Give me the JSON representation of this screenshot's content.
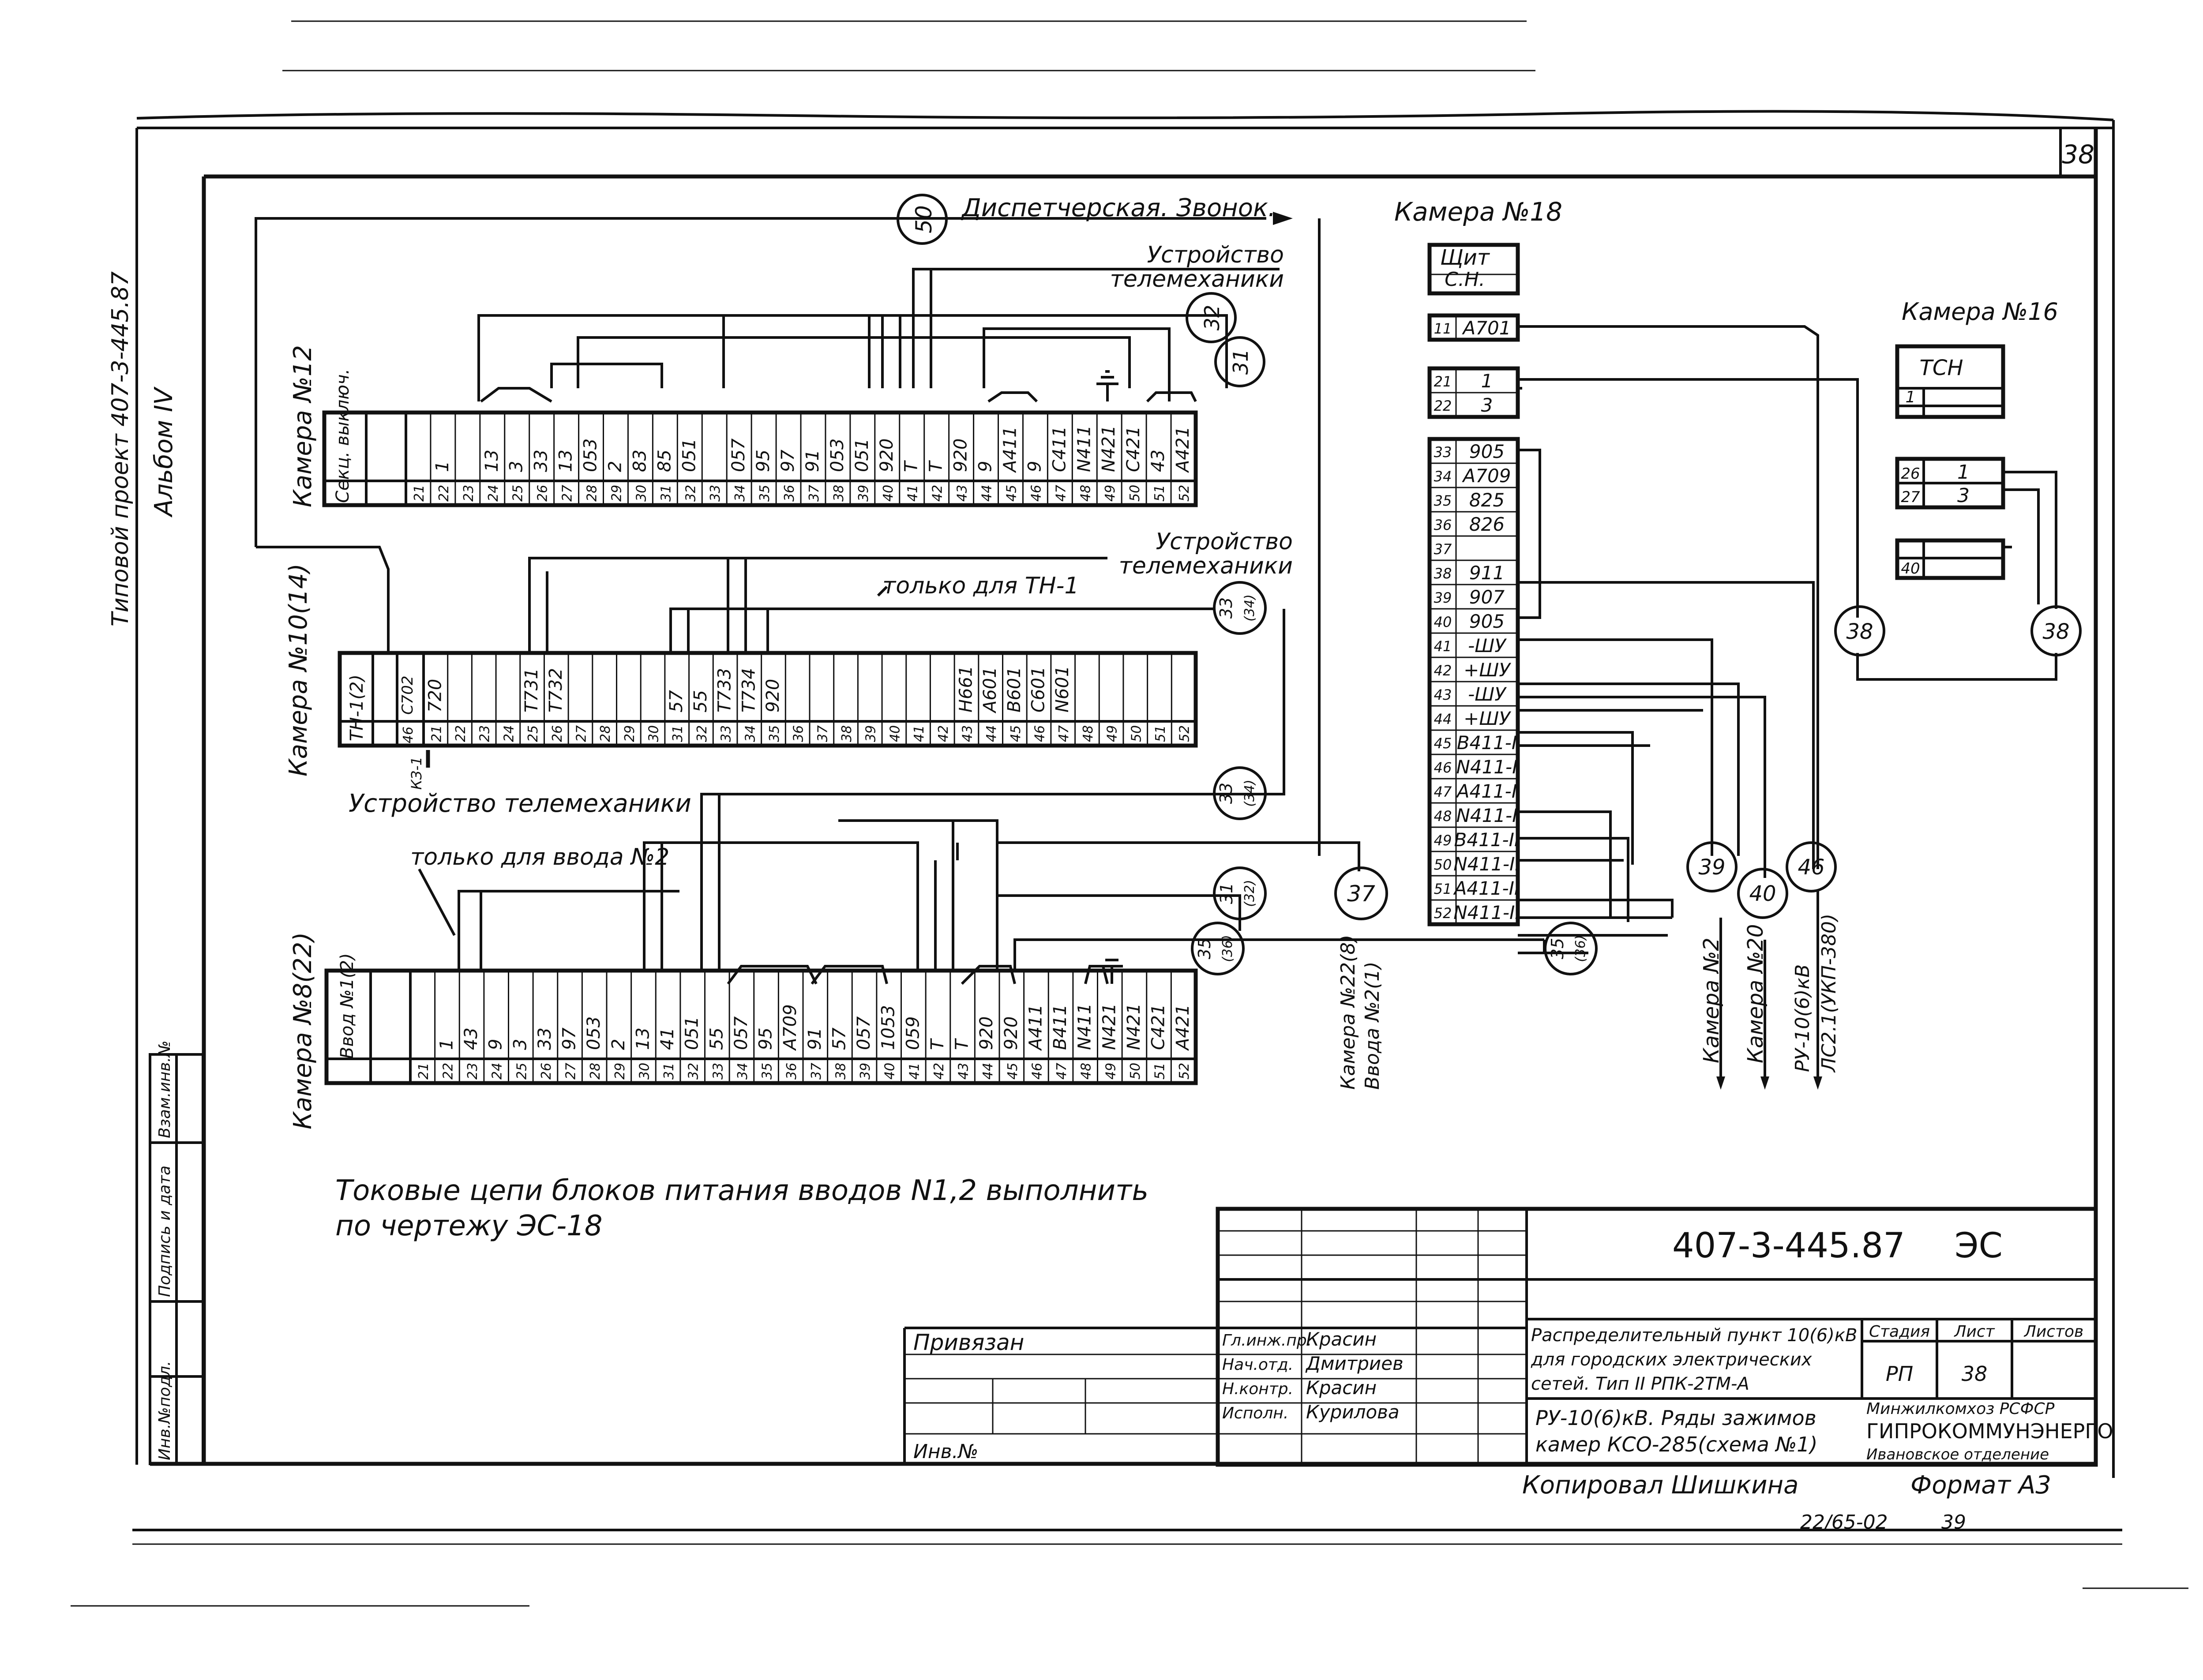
{
  "sheet": {
    "sheet_number": "38",
    "album_note": "Типовой проект 407-3-445.87",
    "album": "Альбом IV",
    "note_line1": "Токовые цепи блоков питания вводов N1,2 выполнить",
    "note_line2": "по чертежу ЭС-18",
    "copied_by": "Копировал Шишкина",
    "format": "Формат А3",
    "bottom_code": "22/65-02",
    "bottom_num": "39",
    "side_stamp": [
      "Инв.№подл.",
      "Подпись и дата",
      "Взам.инв.№"
    ]
  },
  "top_labels": {
    "dispatch_circle": "50",
    "dispatch": "Диспетчерская. Звонок.",
    "telemech1a": "Устройство",
    "telemech1b": "телемеханики",
    "circle_32": "32",
    "circle_31": "31",
    "telemech2a": "Устройство",
    "telemech2b": "телемеханики",
    "only_tn1": "только для ТН-1",
    "circle_33a": "33",
    "circle_33a_sub": "(34)",
    "circle_33b": "33",
    "circle_33b_sub": "(34)",
    "telemech3": "Устройство телемеханики",
    "only_input2": "только для ввода №2",
    "circle_31b": "31",
    "circle_31b_sub": "(32)",
    "circle_35a": "35",
    "circle_35a_sub": "(36)",
    "circle_37": "37",
    "cam22_label": "Камера №22(8)",
    "input_label": "Ввода №2(1)",
    "circle_35b": "35",
    "circle_35b_sub": "(36)"
  },
  "block12": {
    "camera": "Камера №12",
    "header": "Секц. выключ.",
    "labels": [
      "1",
      "",
      "13",
      "3",
      "33",
      "13",
      "053",
      "2",
      "83",
      "85",
      "051",
      "",
      "057",
      "95",
      "97",
      "91",
      "053",
      "051",
      "920",
      "Т",
      "Т",
      "920",
      "9",
      "А411",
      "9",
      "С411",
      "N411",
      "N421",
      "С421",
      "43",
      "А421"
    ],
    "numbers": [
      "21",
      "22",
      "23",
      "24",
      "25",
      "26",
      "27",
      "28",
      "29",
      "30",
      "31",
      "32",
      "33",
      "34",
      "35",
      "36",
      "37",
      "38",
      "39",
      "40",
      "41",
      "42",
      "43",
      "44",
      "45",
      "46",
      "47",
      "48",
      "49",
      "50",
      "51",
      "52"
    ]
  },
  "block10": {
    "camera": "Камера №10(14)",
    "header": "ТН-1(2)",
    "c702": "С702",
    "n46": "46",
    "kz": "КЗ-1",
    "labels": [
      "720",
      "",
      "",
      "",
      "Т731",
      "Т732",
      "",
      "",
      "",
      "",
      "57",
      "55",
      "Т733",
      "Т734",
      "920",
      "",
      "",
      "",
      "",
      "",
      "",
      "",
      "Н661",
      "А601",
      "В601",
      "С601",
      "N601",
      "",
      "",
      ""
    ],
    "numbers": [
      "21",
      "22",
      "23",
      "24",
      "25",
      "26",
      "27",
      "28",
      "29",
      "30",
      "31",
      "32",
      "33",
      "34",
      "35",
      "36",
      "37",
      "38",
      "39",
      "40",
      "41",
      "42",
      "43",
      "44",
      "45",
      "46",
      "47",
      "48",
      "49",
      "50",
      "51",
      "52"
    ]
  },
  "block8": {
    "camera": "Камера №8(22)",
    "header": "Ввод №1(2)",
    "labels": [
      "1",
      "43",
      "9",
      "3",
      "33",
      "97",
      "053",
      "2",
      "13",
      "41",
      "051",
      "55",
      "057",
      "95",
      "А709",
      "91",
      "57",
      "057",
      "1053",
      "059",
      "Т",
      "Т",
      "920",
      "920",
      "А411",
      "В411",
      "N411",
      "N421",
      "N421",
      "С421",
      "А421"
    ],
    "numbers": [
      "21",
      "22",
      "23",
      "24",
      "25",
      "26",
      "27",
      "28",
      "29",
      "30",
      "31",
      "32",
      "33",
      "34",
      "35",
      "36",
      "37",
      "38",
      "39",
      "40",
      "41",
      "42",
      "43",
      "44",
      "45",
      "46",
      "47",
      "48",
      "49",
      "50",
      "51",
      "52"
    ]
  },
  "cam18": {
    "title": "Камера №18",
    "header1": "Щит",
    "header2": "С.Н.",
    "rows": [
      {
        "n": "11",
        "v": "А701"
      },
      {
        "n": "21",
        "v": "1"
      },
      {
        "n": "22",
        "v": "3"
      },
      {
        "n": "33",
        "v": "905"
      },
      {
        "n": "34",
        "v": "А709"
      },
      {
        "n": "35",
        "v": "825"
      },
      {
        "n": "36",
        "v": "826"
      },
      {
        "n": "37",
        "v": ""
      },
      {
        "n": "38",
        "v": "911"
      },
      {
        "n": "39",
        "v": "907"
      },
      {
        "n": "40",
        "v": "905"
      },
      {
        "n": "41",
        "v": "-ШУ"
      },
      {
        "n": "42",
        "v": "+ШУ"
      },
      {
        "n": "43",
        "v": "-ШУ"
      },
      {
        "n": "44",
        "v": "+ШУ"
      },
      {
        "n": "45",
        "v": "В411-I"
      },
      {
        "n": "46",
        "v": "N411-I"
      },
      {
        "n": "47",
        "v": "А411-I"
      },
      {
        "n": "48",
        "v": "N411-I"
      },
      {
        "n": "49",
        "v": "В411-II"
      },
      {
        "n": "50",
        "v": "N411-II"
      },
      {
        "n": "51",
        "v": "А411-II"
      },
      {
        "n": "52",
        "v": "N411-II"
      }
    ],
    "circle_39": "39",
    "circle_40": "40",
    "circle_46": "46",
    "dest_cam2": "Камера №2",
    "dest_cam20": "Камера №20",
    "dest_ru1": "РУ-10(6)кВ",
    "dest_ru2": "ЛС2.1(УКП-380)"
  },
  "cam16": {
    "title": "Камера №16",
    "header": "ТСН",
    "rows": [
      {
        "n": "1",
        "v": ""
      },
      {
        "n": "26",
        "v": "1"
      },
      {
        "n": "27",
        "v": "3"
      },
      {
        "n": "40",
        "v": ""
      }
    ],
    "circle_a": "38",
    "circle_b": "38"
  },
  "title_block": {
    "code": "407-3-445.87",
    "mark": "ЭС",
    "privyazan": "Привязан",
    "inv_no": "Инв.№",
    "roles": [
      {
        "role": "Гл.инж.пр.",
        "name": "Красин"
      },
      {
        "role": "Нач.отд.",
        "name": "Дмитриев"
      },
      {
        "role": "Н.контр.",
        "name": "Красин"
      },
      {
        "role": "Исполн.",
        "name": "Курилова"
      }
    ],
    "desc1": "Распределительный пункт 10(6)кВ",
    "desc2": "для городских электрических",
    "desc3": "сетей.   Тип II РПК-2ТМ-А",
    "sheet_title1": "РУ-10(6)кВ. Ряды зажимов",
    "sheet_title2": "камер КСО-285(схема №1)",
    "stage_h": "Стадия",
    "sheet_h": "Лист",
    "sheets_h": "Листов",
    "stage": "РП",
    "sheet": "38",
    "org1": "Минжилкомхоз РСФСР",
    "org2": "ГИПРОКОММУНЭНЕРГО",
    "org3": "Ивановское отделение"
  }
}
